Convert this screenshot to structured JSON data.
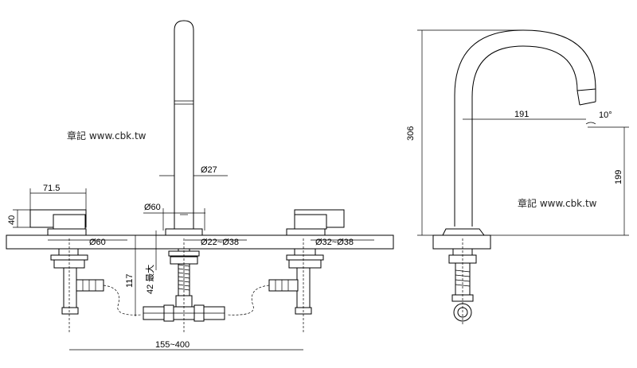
{
  "watermark_left": "章記 www.cbk.tw",
  "watermark_right": "章記 www.cbk.tw",
  "dimensions": {
    "spout_dia": "Ø27",
    "base_dia": "Ø60",
    "handle_width": "71.5",
    "handle_height": "40",
    "left_base_dia": "Ø60",
    "center_hole": "Ø22~Ø38",
    "right_hole": "Ø32~Ø38",
    "depth_117": "117",
    "deck_max": "42 最大",
    "spread": "155~400",
    "height_306": "306",
    "reach_191": "191",
    "angle_10": "10°",
    "outlet_199": "199"
  }
}
